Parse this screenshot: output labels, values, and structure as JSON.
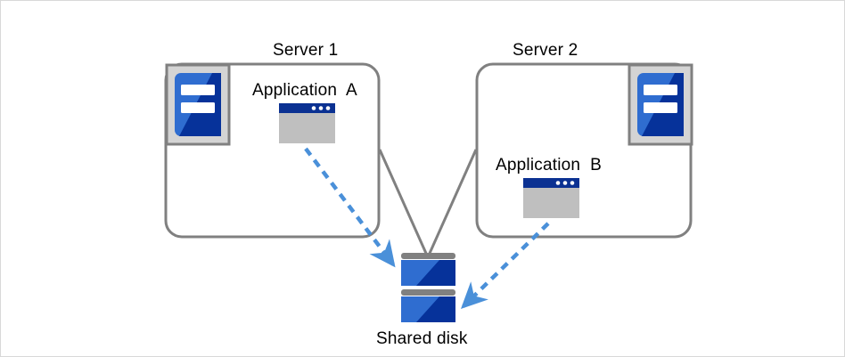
{
  "diagram": {
    "title_text": "",
    "servers": [
      {
        "id": "server-1",
        "label": "Server 1",
        "application": {
          "label": "Application  A",
          "icon": "app-window-icon"
        },
        "server_icon": "server-rack-icon",
        "icon_position": "left"
      },
      {
        "id": "server-2",
        "label": "Server 2",
        "application": {
          "label": "Application  B",
          "icon": "app-window-icon"
        },
        "server_icon": "server-rack-icon",
        "icon_position": "right"
      }
    ],
    "storage": {
      "id": "shared-disk",
      "label": "Shared disk",
      "icon": "disk-stack-icon",
      "platters": 2
    },
    "connections": [
      {
        "from": "server-1",
        "to": "shared-disk",
        "style": "solid",
        "color": "#808080",
        "arrow": false
      },
      {
        "from": "server-2",
        "to": "shared-disk",
        "style": "solid",
        "color": "#808080",
        "arrow": false
      },
      {
        "from": "application-a",
        "to": "shared-disk",
        "style": "dashed",
        "color": "#4a90d9",
        "arrow": true
      },
      {
        "from": "application-b",
        "to": "shared-disk",
        "style": "dashed",
        "color": "#4a90d9",
        "arrow": true
      }
    ],
    "colors": {
      "outline_gray": "#808080",
      "icon_frame_gray": "#d4d4d4",
      "icon_blue_light": "#2f6dd0",
      "icon_blue_dark": "#06329a",
      "window_titlebar": "#0b3192",
      "window_body": "#bfbfbf",
      "arrow_blue": "#4a90d9",
      "disk_cap_gray": "#808080",
      "text_black": "#000000",
      "page_border": "#d8d8d8"
    }
  }
}
